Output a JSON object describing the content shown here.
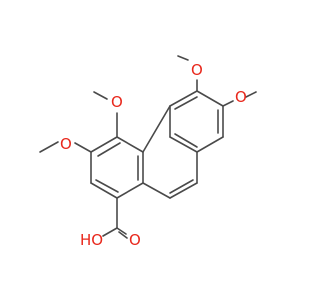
{
  "molecule": {
    "colors": {
      "bond": "#4a4a4a",
      "oxygen": "#e8271b",
      "background": "#ffffff"
    },
    "labels": {
      "o_top": "O",
      "o_right": "O",
      "o_left_upper": "O",
      "o_left_lower": "O",
      "carbonyl_o": "O",
      "hydroxyl": "HO"
    }
  }
}
